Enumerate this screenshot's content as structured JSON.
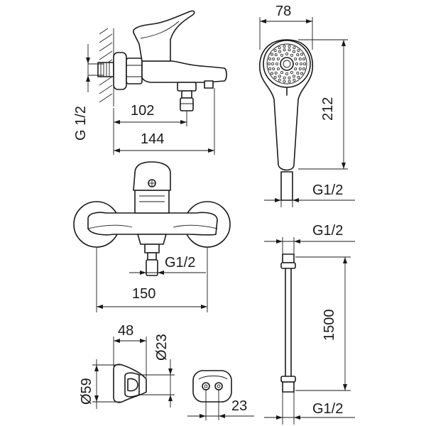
{
  "dimensions": {
    "shower_width": "78",
    "shower_height": "212",
    "shower_thread": "G1/2",
    "wall_thread": "G 1/2",
    "spout_reach": "102",
    "body_length": "144",
    "outlet_thread": "G1/2",
    "center_distance": "150",
    "hose_thread_top": "G1/2",
    "hose_length": "1500",
    "hose_thread_bottom": "G1/2",
    "holder_depth": "48",
    "holder_bore": "Ø23",
    "holder_diameter": "Ø59",
    "bracket_spacing": "23"
  },
  "colors": {
    "line": "#1a1a1a",
    "background": "#ffffff"
  }
}
